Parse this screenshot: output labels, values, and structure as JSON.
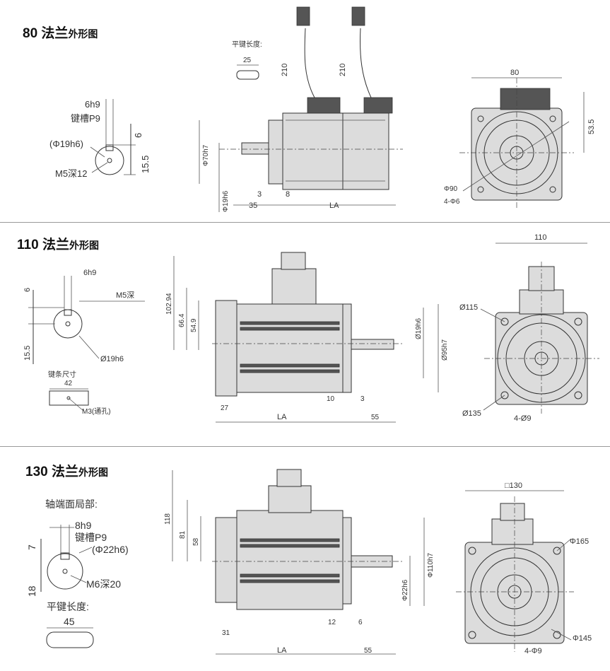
{
  "panels": [
    {
      "title_num": "80",
      "title_main": "法兰",
      "title_sub": "外形图",
      "shaft": {
        "key_width": "6h9",
        "key_slot": "键槽P9",
        "key_depth": "6",
        "shaft_dia": "(Φ19h6)",
        "height": "15.5",
        "thread": "M5深12"
      },
      "key_length": {
        "label": "平键长度:",
        "value": "25"
      },
      "cable": [
        "210",
        "210"
      ],
      "side": {
        "pilot": "Φ70h7",
        "shaft": "Φ19h6",
        "l35": "35",
        "l3": "3",
        "l8": "8",
        "la": "LA"
      },
      "front": {
        "width": "80",
        "height": "53.5",
        "pcd": "Φ90",
        "holes": "4-Φ6"
      }
    },
    {
      "title_num": "110",
      "title_main": "法兰",
      "title_sub": "外形图",
      "shaft": {
        "key_width": "6h9",
        "key_depth": "6",
        "thread": "M5深",
        "height": "15.5",
        "shaft_dia": "Ø19h6"
      },
      "key_size": {
        "label": "键条尺寸",
        "value": "42",
        "thread": "M3(通孔)"
      },
      "side": {
        "h1": "102.94",
        "h2": "66.4",
        "h3": "54.9",
        "shaft": "Ø19h6",
        "pilot": "Ø95h7",
        "l27": "27",
        "la": "LA",
        "l10": "10",
        "l3": "3",
        "l55": "55"
      },
      "front": {
        "width": "110",
        "pcd": "Ø115",
        "flange": "Ø135",
        "holes": "4-Ø9"
      }
    },
    {
      "title_num": "130",
      "title_main": "法兰",
      "title_sub": "外形图",
      "shaft": {
        "caption": "轴端面局部:",
        "key_width": "8h9",
        "key_slot": "键槽P9",
        "shaft_dia": "(Φ22h6)",
        "key_depth": "7",
        "height": "18",
        "thread": "M6深20"
      },
      "key_length": {
        "label": "平键长度:",
        "value": "45"
      },
      "side": {
        "h1": "118",
        "h2": "81",
        "h3": "58",
        "pilot": "Φ110h7",
        "shaft": "Φ22h6",
        "l31": "31",
        "la": "LA",
        "l12": "12",
        "l6": "6",
        "l55": "55"
      },
      "front": {
        "width": "□130",
        "pcd": "Φ165",
        "flange": "Φ145",
        "holes": "4-Φ9"
      }
    }
  ]
}
